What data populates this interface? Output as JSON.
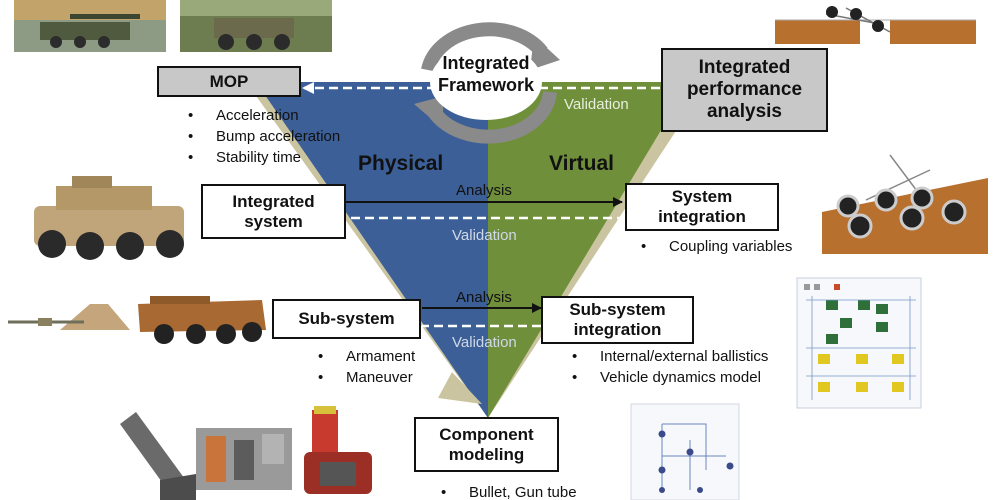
{
  "center": {
    "title": "Integrated\nFramework"
  },
  "sides": {
    "left": "Physical",
    "right": "Virtual"
  },
  "boxes": {
    "mop": "MOP",
    "integrated_performance": "Integrated\nperformance\nanalysis",
    "integrated_system": "Integrated\nsystem",
    "system_integration": "System\nintegration",
    "subsystem": "Sub-system",
    "subsystem_integration": "Sub-system\nintegration",
    "component_modeling": "Component\nmodeling"
  },
  "arrows": {
    "validation_top": "Validation",
    "analysis_mid": "Analysis",
    "validation_mid": "Validation",
    "analysis_low": "Analysis",
    "validation_low": "Validation"
  },
  "lists": {
    "mop": [
      "Acceleration",
      "Bump acceleration",
      "Stability time"
    ],
    "system_integration": [
      "Coupling variables"
    ],
    "subsystem": [
      "Armament",
      "Maneuver"
    ],
    "subsystem_integration": [
      "Internal/external ballistics",
      "Vehicle dynamics model"
    ],
    "component": [
      "Bullet, Gun tube"
    ]
  },
  "colors": {
    "physical": "#3b5f96",
    "virtual": "#6f8f3a",
    "shadow": "#cbc4a0",
    "cycle": "#8a8a8a",
    "box_gray": "#c8c8c8"
  }
}
